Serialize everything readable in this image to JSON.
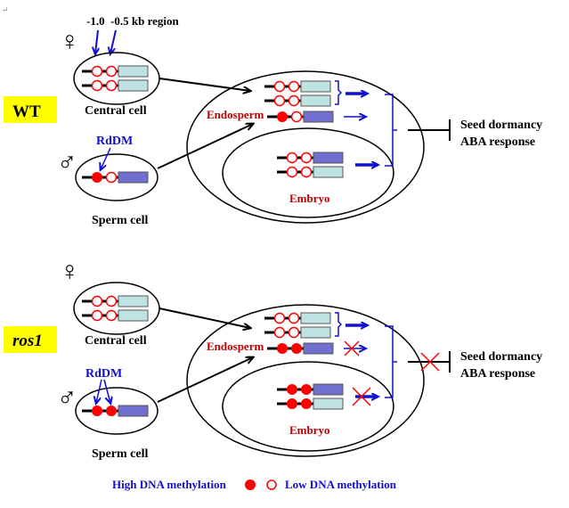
{
  "corner_mark": "↵",
  "colors": {
    "black": "#000000",
    "blue": "#1010d0",
    "red": "#ff0000",
    "dark_red": "#c00000",
    "label_bg": "#ffff00",
    "gene_light": "#bfe3e3",
    "gene_dark": "#7070d0",
    "gene_stroke": "#555555"
  },
  "region_label": "-1.0  -0.5 kb region",
  "legend": {
    "high": "High DNA methylation",
    "low": "Low DNA methylation",
    "high_icon": "filled-red-circle",
    "low_icon": "open-red-circle"
  },
  "panels": [
    {
      "id": "wt",
      "genotype": "WT",
      "genotype_italic": false,
      "female_symbol": "♀",
      "male_symbol": "♂",
      "central_cell_label": "Central cell",
      "sperm_cell_label": "Sperm cell",
      "rddm_label": "RdDM",
      "endosperm_label": "Endosperm",
      "embryo_label": "Embryo",
      "outcome_line1": "Seed dormancy",
      "outcome_line2": "ABA response",
      "outcome_blocked": false,
      "central_alleles": [
        [
          "low",
          "low"
        ],
        [
          "low",
          "low"
        ]
      ],
      "sperm_alleles": [
        [
          "high",
          "low"
        ]
      ],
      "endosperm_maternal": [
        [
          "low",
          "low"
        ],
        [
          "low",
          "low"
        ]
      ],
      "endosperm_paternal": [
        "high",
        "low"
      ],
      "endosperm_paternal_expression": "weak",
      "embryo_alleles": [
        [
          "low",
          "low"
        ],
        [
          "low",
          "low"
        ]
      ],
      "embryo_expression_blocked": false
    },
    {
      "id": "ros1",
      "genotype": "ros1",
      "genotype_italic": true,
      "female_symbol": "♀",
      "male_symbol": "♂",
      "central_cell_label": "Central cell",
      "sperm_cell_label": "Sperm cell",
      "rddm_label": "RdDM",
      "endosperm_label": "Endosperm",
      "embryo_label": "Embryo",
      "outcome_line1": "Seed dormancy",
      "outcome_line2": "ABA response",
      "outcome_blocked": true,
      "central_alleles": [
        [
          "low",
          "low"
        ],
        [
          "low",
          "low"
        ]
      ],
      "sperm_alleles": [
        [
          "high",
          "high"
        ]
      ],
      "endosperm_maternal": [
        [
          "low",
          "low"
        ],
        [
          "low",
          "low"
        ]
      ],
      "endosperm_paternal": [
        "high",
        "high"
      ],
      "endosperm_paternal_expression": "blocked",
      "embryo_alleles": [
        [
          "high",
          "high"
        ],
        [
          "high",
          "high"
        ]
      ],
      "embryo_expression_blocked": true
    }
  ]
}
